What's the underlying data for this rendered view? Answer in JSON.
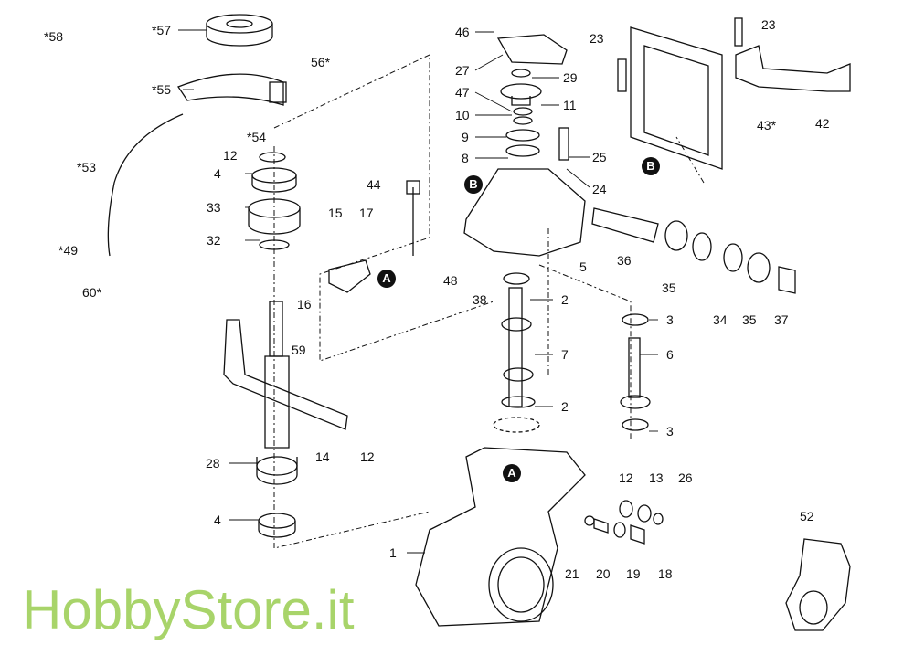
{
  "diagram_title": "",
  "watermark": "HobbyStore.it",
  "callouts": {
    "a": "A",
    "b": "B"
  },
  "labels": {
    "p58": "*58",
    "p57": "*57",
    "p56": "56*",
    "p55": "*55",
    "p54": "*54",
    "p53": "*53",
    "p49": "*49",
    "p60": "60*",
    "p12a": "12",
    "p4a": "4",
    "p33": "33",
    "p32": "32",
    "p15": "15",
    "p17": "17",
    "p16": "16",
    "p59": "59",
    "p44": "44",
    "p46": "46",
    "p27": "27",
    "p47": "47",
    "p10": "10",
    "p9": "9",
    "p8": "8",
    "p29": "29",
    "p11": "11",
    "p25": "25",
    "p24": "24",
    "p23a": "23",
    "p23b": "23",
    "p42": "42",
    "p43": "43*",
    "p36": "36",
    "p5": "5",
    "p35a": "35",
    "p34": "34",
    "p35b": "35",
    "p37": "37",
    "p48": "48",
    "p38": "38",
    "p2a": "2",
    "p3a": "3",
    "p6": "6",
    "p7": "7",
    "p2b": "2",
    "p3b": "3",
    "p28": "28",
    "p14": "14",
    "p12b": "12",
    "p12c": "12",
    "p13": "13",
    "p26": "26",
    "p4b": "4",
    "p1": "1",
    "p21": "21",
    "p20": "20",
    "p19": "19",
    "p18": "18",
    "p52": "52"
  }
}
